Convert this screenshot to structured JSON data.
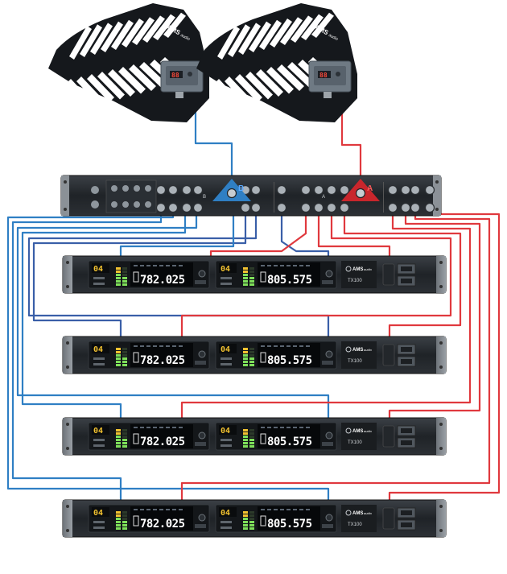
{
  "antenna_brand": "AMS",
  "antenna_brand_suffix": "audio",
  "antenna_display": "88",
  "distributor": {
    "label_a": "A",
    "label_b": "B",
    "label_a_alt": "A",
    "label_b_alt": "B"
  },
  "receivers": {
    "channel_number": "04",
    "left_frequency": "782.025",
    "right_frequency": "805.575",
    "brand": "AMS",
    "brand_suffix": "audio",
    "model": "TX100"
  },
  "colors": {
    "cable_blue": "#2f7fc4",
    "cable_red": "#e0393e",
    "cable_navy": "#3a5fa8",
    "rack_dark": "#1e2226",
    "lcd_green": "#7ee05a",
    "lcd_amber": "#f2c230"
  }
}
